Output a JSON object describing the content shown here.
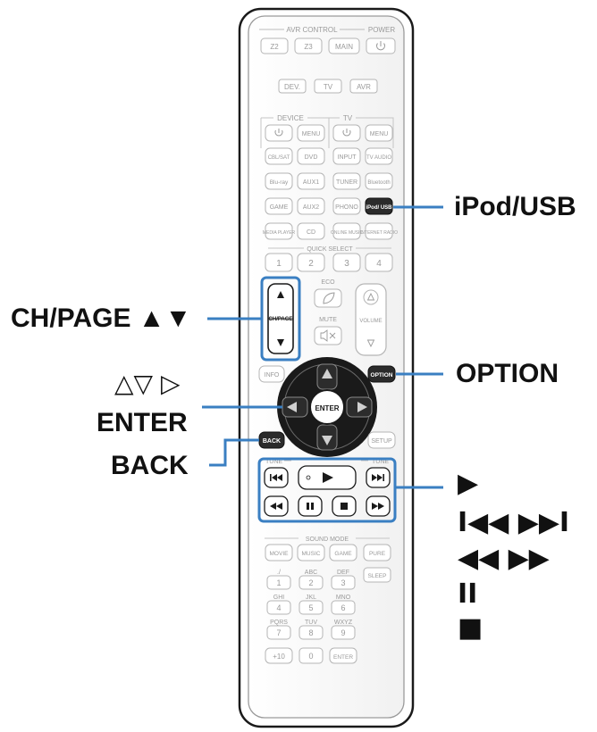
{
  "remote": {
    "sections": {
      "avr_control": "AVR CONTROL",
      "power": "POWER",
      "device": "DEVICE",
      "tv": "TV",
      "quick_select": "QUICK SELECT",
      "eco": "ECO",
      "mute": "MUTE",
      "tune_left": "TUNE",
      "tune_right": "TUNE",
      "sound_mode": "SOUND MODE"
    },
    "buttons": {
      "z2": "Z2",
      "z3": "Z3",
      "main": "MAIN",
      "dev": "DEV.",
      "tv": "TV",
      "avr": "AVR",
      "menu": "MENU",
      "tv_menu": "MENU",
      "cbl_sat": "CBL/SAT",
      "dvd": "DVD",
      "input": "INPUT",
      "tv_audio": "TV AUDIO",
      "bluray": "Blu-ray",
      "aux1": "AUX1",
      "tuner": "TUNER",
      "bluetooth": "Bluetooth",
      "game": "GAME",
      "aux2": "AUX2",
      "phono": "PHONO",
      "ipod_usb": "iPod/ USB",
      "media_player": "MEDIA PLAYER",
      "cd": "CD",
      "online_music": "ONLINE MUSIC",
      "internet_radio": "INTERNET RADIO",
      "q1": "1",
      "q2": "2",
      "q3": "3",
      "q4": "4",
      "ch_page": "CH/PAGE",
      "volume": "VOLUME",
      "info": "INFO",
      "option": "OPTION",
      "enter": "ENTER",
      "back": "BACK",
      "setup": "SETUP",
      "movie": "MOVIE",
      "music": "MUSIC",
      "game_mode": "GAME",
      "pure": "PURE",
      "sleep": "SLEEP",
      "plus10": "+10",
      "enter_num": "ENTER",
      "num_labels": [
        "./",
        "ABC",
        "DEF",
        "GHI",
        "JKL",
        "MNO",
        "PQRS",
        "TUV",
        "WXYZ"
      ],
      "num_keys": [
        "1",
        "2",
        "3",
        "4",
        "5",
        "6",
        "7",
        "8",
        "9"
      ],
      "zero": "0"
    }
  },
  "callouts": {
    "ipod_usb": "iPod/USB",
    "ch_page": "CH/PAGE ▲▼",
    "cursor_line1": "△▽ ▷",
    "cursor_line2": "ENTER",
    "option": "OPTION",
    "back": "BACK",
    "play": "▶",
    "skip": "I◀◀ ▶▶I",
    "search": "◀◀ ▶▶",
    "pause": "II",
    "stop": "■"
  },
  "colors": {
    "accent": "#3a7fc2",
    "outline": "#b5b5b5",
    "text_gray": "#9a9a9a",
    "dark": "#1a1a1a"
  }
}
